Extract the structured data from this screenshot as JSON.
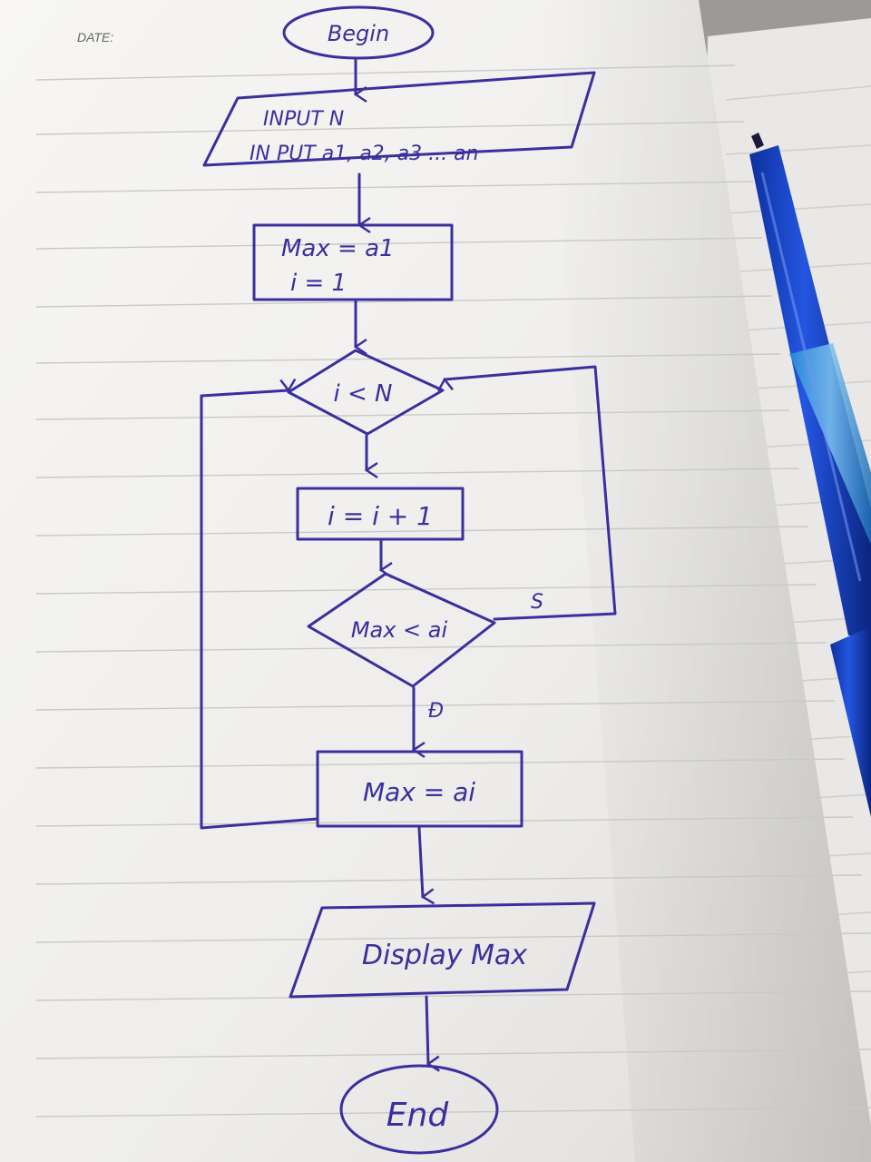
{
  "notebook": {
    "date_label": "DATE:"
  },
  "flowchart": {
    "begin": "Begin",
    "input_line1": "INPUT N",
    "input_line2": "IN PUT  a1, a2, a3 ... an",
    "init_line1": "Max = a1",
    "init_line2": "i = 1",
    "decision1": "i < N",
    "increment": "i = i + 1",
    "decision2": "Max < ai",
    "label_s": "S",
    "label_d": "Đ",
    "assign": "Max = ai",
    "output": "Display Max",
    "end": "End"
  },
  "colors": {
    "ink": "#3a2f9e",
    "paper": "#f4f3f1",
    "rule_line": "#c8c8c8",
    "pen_blue": "#1c45c8"
  },
  "icons": {
    "pen": "ballpoint-pen"
  }
}
